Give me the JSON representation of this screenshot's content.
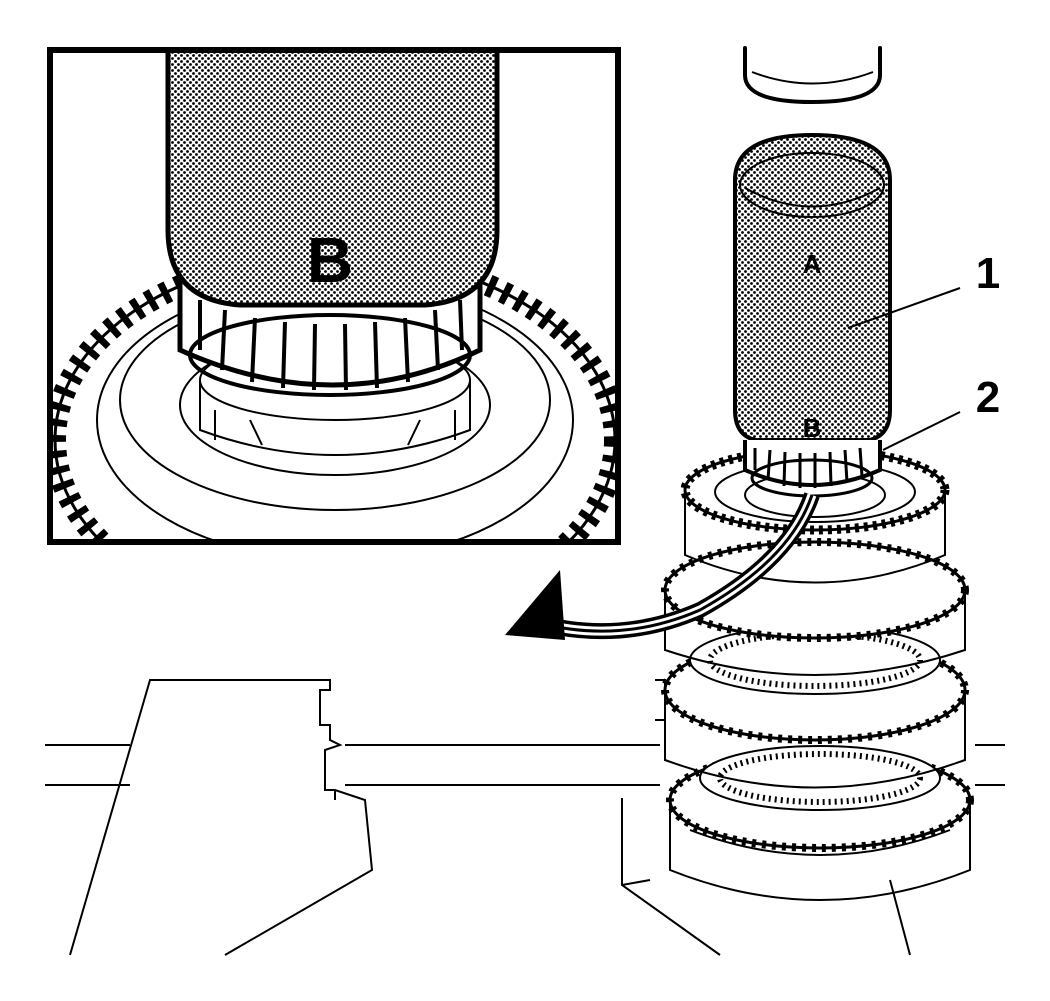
{
  "diagram": {
    "callouts": [
      {
        "id": "1",
        "text": "1"
      },
      {
        "id": "2",
        "text": "2"
      }
    ],
    "tool_labels": {
      "detail_b": "B",
      "main_a": "A",
      "main_b": "B"
    },
    "colors": {
      "ink": "#000000",
      "paper": "#ffffff"
    }
  }
}
